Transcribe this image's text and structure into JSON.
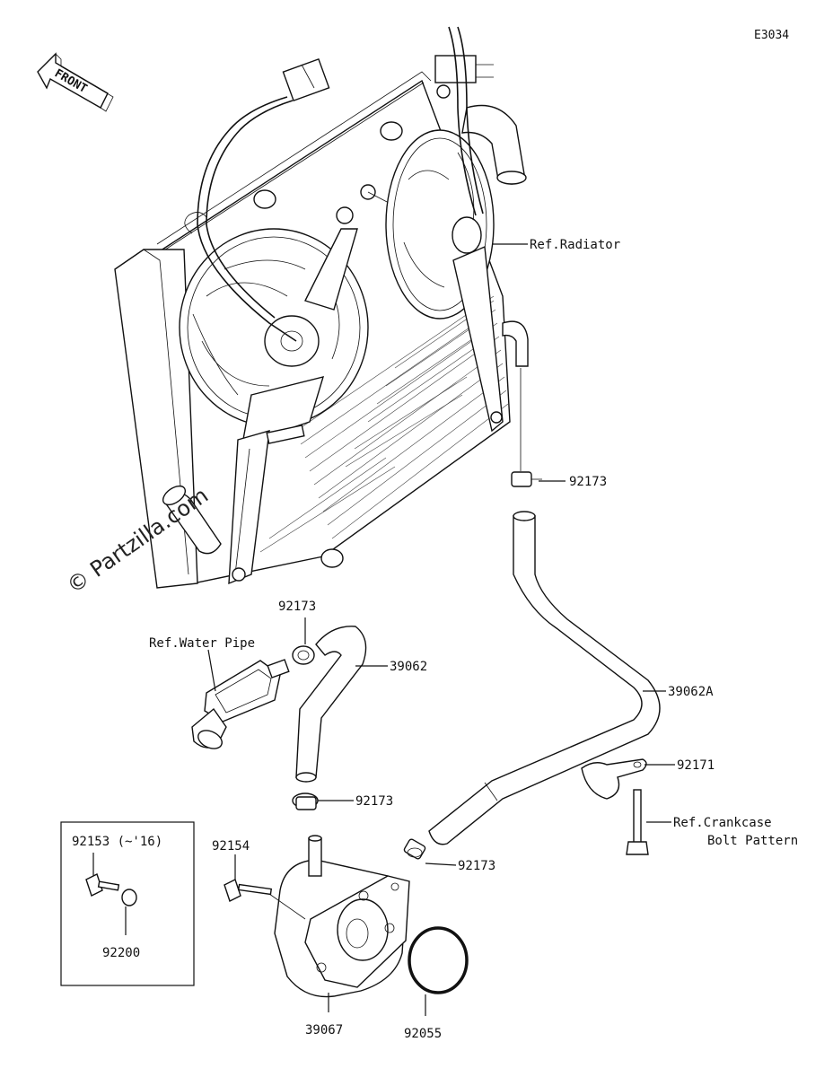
{
  "diagram_id": "E3034",
  "front_arrow": {
    "text": "FRONT"
  },
  "watermark": "© Partzilla.com",
  "inset_box": {
    "part_label": "92153 (~'16)",
    "washer_label": "92200"
  },
  "callouts": {
    "ref_radiator": "Ref.Radiator",
    "ref_water_pipe": "Ref.Water Pipe",
    "ref_crankcase_line1": "Ref.Crankcase",
    "ref_crankcase_line2": "Bolt Pattern",
    "c92173_a": "92173",
    "c92173_b": "92173",
    "c92173_c": "92173",
    "c92173_d": "92173",
    "c39062": "39062",
    "c39062a": "39062A",
    "c92171": "92171",
    "c92154": "92154",
    "c39067": "39067",
    "c92055": "92055"
  }
}
